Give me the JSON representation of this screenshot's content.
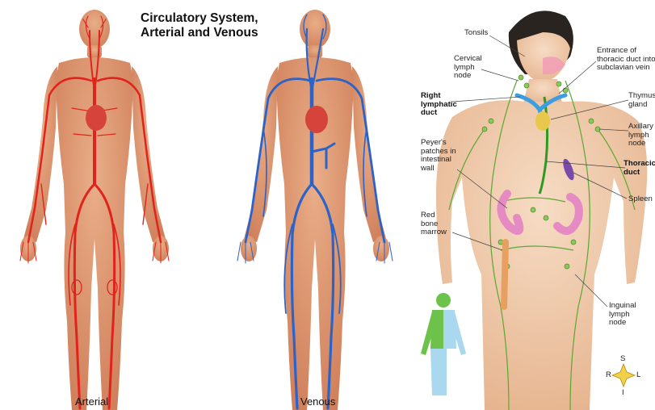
{
  "title": {
    "line1": "Circulatory System,",
    "line2": "Arterial and Venous"
  },
  "captions": {
    "arterial": "Arterial",
    "venous": "Venous"
  },
  "lymph_labels": {
    "tonsils": "Tonsils",
    "cervical_1": "Cervical",
    "cervical_2": "lymph",
    "cervical_3": "node",
    "entrance_1": "Entrance of",
    "entrance_2": "thoracic duct into",
    "entrance_3": "subclavian vein",
    "right_duct_1": "Right",
    "right_duct_2": "lymphatic",
    "right_duct_3": "duct",
    "thymus_1": "Thymus",
    "thymus_2": "gland",
    "axillary_1": "Axillary",
    "axillary_2": "lymph",
    "axillary_3": "node",
    "peyers_1": "Peyer's",
    "peyers_2": "patches in",
    "peyers_3": "intestinal",
    "peyers_4": "wall",
    "thoracic_1": "Thoracic",
    "thoracic_2": "duct",
    "spleen": "Spleen",
    "marrow_1": "Red",
    "marrow_2": "bone",
    "marrow_3": "marrow",
    "inguinal_1": "Inguinal",
    "inguinal_2": "lymph",
    "inguinal_3": "node"
  },
  "compass": {
    "s": "S",
    "r": "R",
    "l": "L",
    "i": "I"
  },
  "colors": {
    "skin": "#d9906a",
    "skin_light": "#f0c8a4",
    "artery": "#e0231c",
    "vein": "#2b63c8",
    "heart": "#d6433a",
    "lymph": "#5aa832",
    "thoracic_duct": "#2e9a22",
    "inset_green": "#6cc24a",
    "inset_blue": "#a9d8ef"
  }
}
